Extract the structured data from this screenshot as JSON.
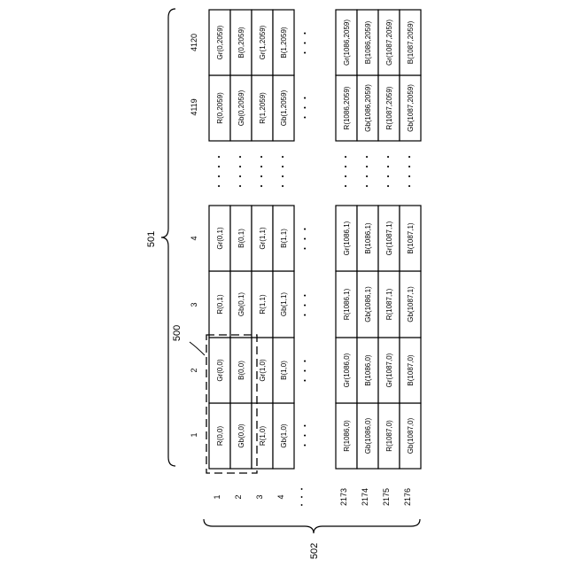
{
  "figure": {
    "label_bayer_array": "501",
    "label_row_numbers": "502",
    "label_unit_block": "500",
    "ellipsis_rows": "・・・",
    "ellipsis_cols": "・・・・"
  },
  "column_numbers": [
    "1",
    "2",
    "3",
    "4",
    "4119",
    "4120"
  ],
  "row_numbers": [
    "1",
    "2",
    "3",
    "4",
    "・・・",
    "2173",
    "2174",
    "2175",
    "2176"
  ],
  "blocks": [
    {
      "name": "block-top-left",
      "rows": [
        [
          "R(0,0)",
          "Gr(0,0)",
          "R(0,1)",
          "Gr(0,1)"
        ],
        [
          "Gb(0,0)",
          "B(0,0)",
          "Gb(0,1)",
          "B(0,1)"
        ],
        [
          "R(1,0)",
          "Gr(1,0)",
          "R(1,1)",
          "Gr(1,1)"
        ],
        [
          "Gb(1,0)",
          "B(1,0)",
          "Gb(1,1)",
          "B(1,1)"
        ]
      ]
    },
    {
      "name": "block-top-right",
      "rows": [
        [
          "R(0,2059)",
          "Gr(0,2059)"
        ],
        [
          "Gb(0,2059)",
          "B(0,2059)"
        ],
        [
          "R(1,2059)",
          "Gr(1,2059)"
        ],
        [
          "Gb(1,2059)",
          "B(1,2059)"
        ]
      ]
    },
    {
      "name": "block-bottom-left",
      "rows": [
        [
          "R(1086,0)",
          "Gr(1086,0)",
          "R(1086,1)",
          "Gr(1086,1)"
        ],
        [
          "Gb(1086,0)",
          "B(1086,0)",
          "Gb(1086,1)",
          "B(1086,1)"
        ],
        [
          "R(1087,0)",
          "Gr(1087,0)",
          "R(1087,1)",
          "Gr(1087,1)"
        ],
        [
          "Gb(1087,0)",
          "B(1087,0)",
          "Gb(1087,1)",
          "B(1087,1)"
        ]
      ]
    },
    {
      "name": "block-bottom-right",
      "rows": [
        [
          "R(1086,2059)",
          "Gr(1086,2059)"
        ],
        [
          "Gb(1086,2059)",
          "B(1086,2059)"
        ],
        [
          "R(1087,2059)",
          "Gr(1087,2059)"
        ],
        [
          "Gb(1087,2059)",
          "B(1087,2059)"
        ]
      ]
    }
  ]
}
